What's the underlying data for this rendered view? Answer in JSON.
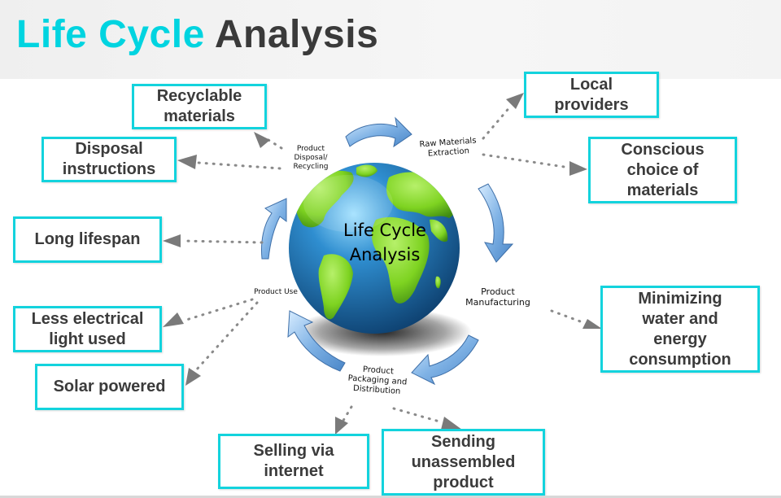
{
  "header": {
    "title_accent": "Life Cycle",
    "title_rest": "Analysis"
  },
  "colors": {
    "accent": "#13d3dd",
    "title_dark": "#3a3a3a",
    "arrow_blue": "#7fb2e5",
    "globe_ocean": "#1f6fa8",
    "globe_land": "#7ed321",
    "connector_gray": "#808080"
  },
  "globe": {
    "label": "Life Cycle\nAnalysis"
  },
  "stages": {
    "raw_materials": "Raw Materials\nExtraction",
    "manufacturing": "Product\nManufacturing",
    "packaging": "Product\nPackaging and\nDistribution",
    "use": "Product Use",
    "disposal": "Product\nDisposal/\nRecycling"
  },
  "boxes": {
    "recyclable": "Recyclable\nmaterials",
    "disposal_instructions": "Disposal\ninstructions",
    "long_lifespan": "Long lifespan",
    "less_light": "Less electrical\nlight used",
    "solar": "Solar powered",
    "selling": "Selling via\ninternet",
    "sending": "Sending\nunassembled\nproduct",
    "local": "Local\nproviders",
    "conscious": "Conscious\nchoice of\nmaterials",
    "minimizing": "Minimizing\nwater and\nenergy\nconsumption"
  }
}
